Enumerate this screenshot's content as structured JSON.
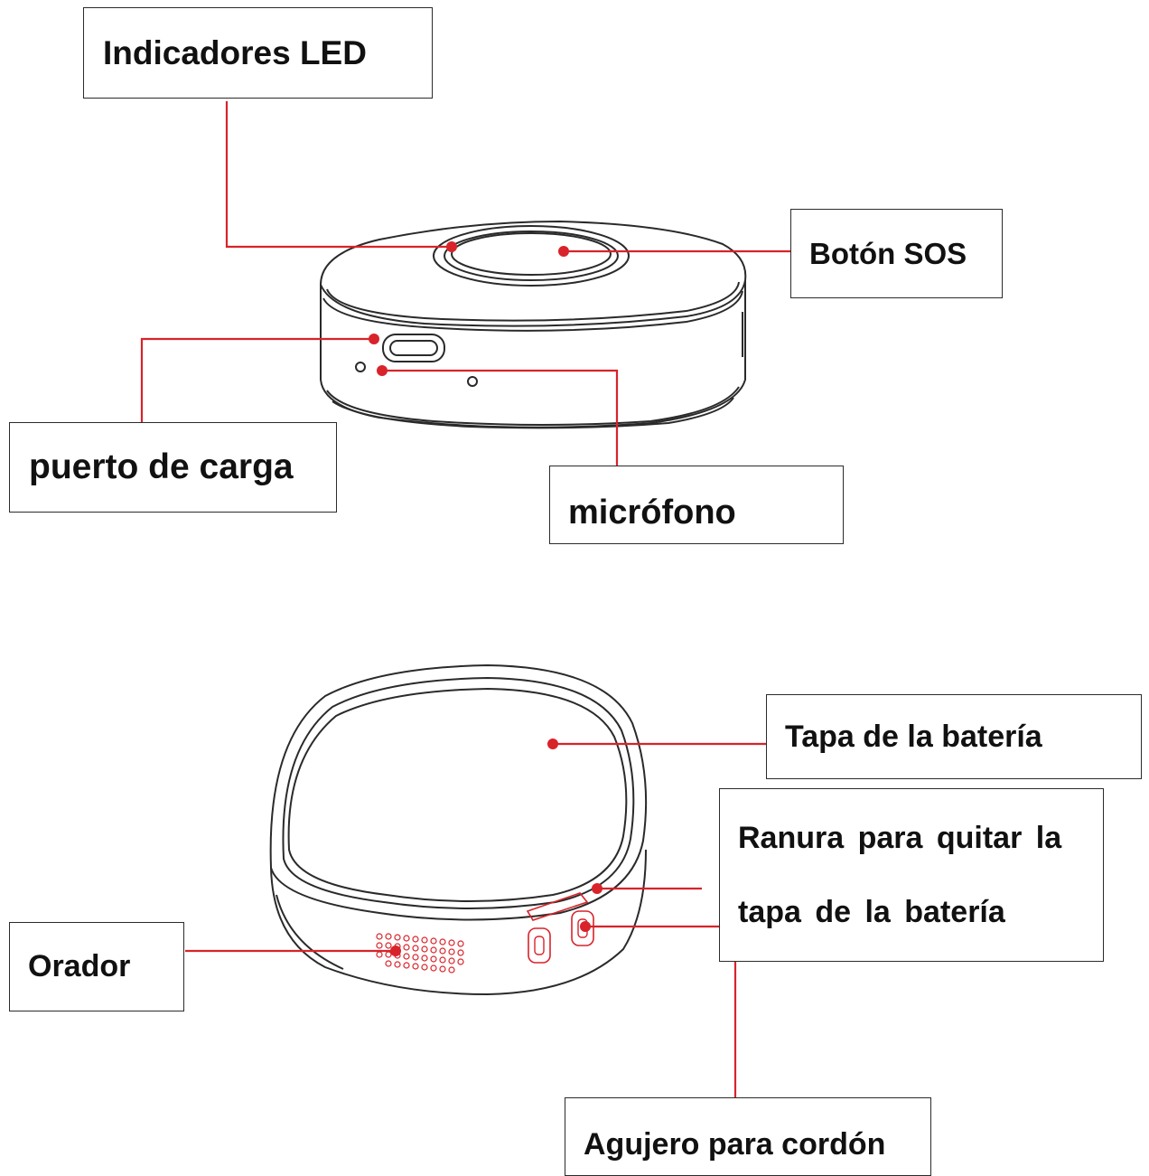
{
  "labels": {
    "led_indicators": "Indicadores LED",
    "sos_button": "Botón SOS",
    "charging_port": "puerto de carga",
    "microphone": "micrófono",
    "battery_cover": "Tapa de la batería",
    "cover_slot_line1": "Ranura para quitar la",
    "cover_slot_line2": "tapa de la batería",
    "speaker": "Orador",
    "lanyard_hole": "Agujero para cordón"
  },
  "colors": {
    "leader_line": "#d8232a",
    "device_outline": "#2a2a2a",
    "box_border": "#2b2b2b"
  }
}
